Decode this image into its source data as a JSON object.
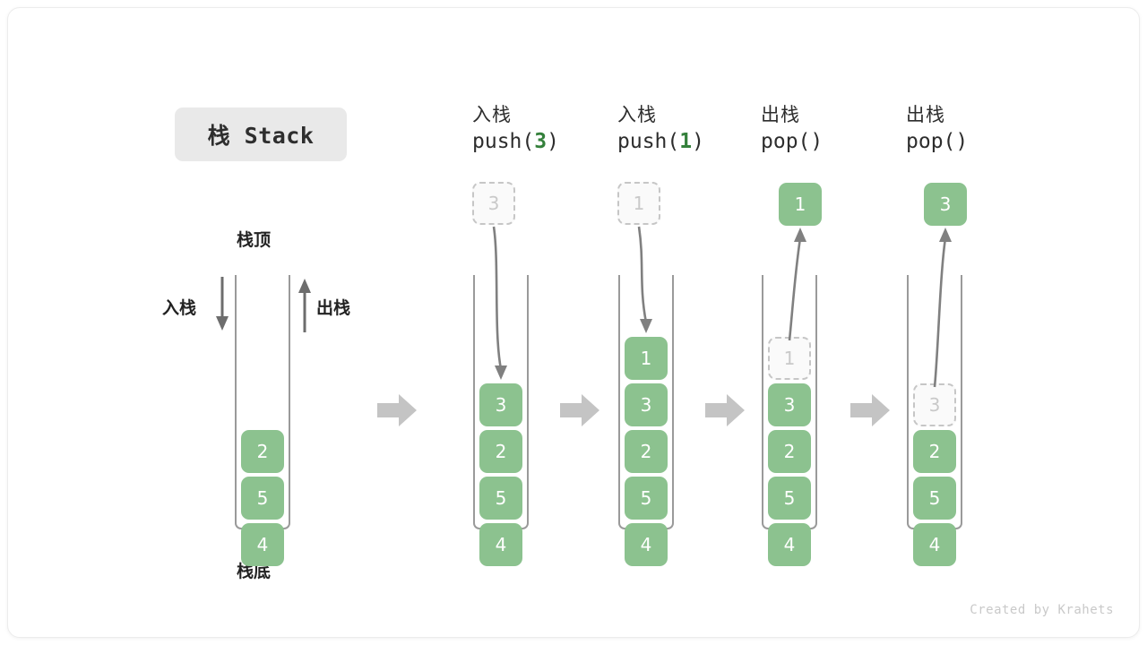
{
  "title_badge": "栈 Stack",
  "labels": {
    "stack_top": "栈顶",
    "stack_bottom": "栈底",
    "push_side": "入栈",
    "pop_side": "出栈"
  },
  "credit": "Created by Krahets",
  "colors": {
    "cell_fill": "#8cc28f",
    "cell_text": "#ffffff",
    "ghost_fill": "#fafafa",
    "ghost_border": "#c6c6c6",
    "ghost_text": "#c9c9c9",
    "wall": "#9a9a9a",
    "code_number": "#34803b",
    "block_arrow": "#c4c4c4",
    "curve_arrow": "#808080",
    "badge_bg": "#e9e9e9",
    "credit_text": "#c9c9c9"
  },
  "columns": [
    {
      "id": "initial",
      "head_cn": "",
      "head_code_pre": "",
      "head_code_num": "",
      "head_code_post": "",
      "float_value": "",
      "cells": [
        {
          "value": "2",
          "ghost": false
        },
        {
          "value": "5",
          "ghost": false
        },
        {
          "value": "4",
          "ghost": false
        }
      ]
    },
    {
      "id": "push3",
      "head_cn": "入栈",
      "head_code_pre": "push(",
      "head_code_num": "3",
      "head_code_post": ")",
      "float_value": "3",
      "float_ghost": true,
      "cells": [
        {
          "value": "3",
          "ghost": false
        },
        {
          "value": "2",
          "ghost": false
        },
        {
          "value": "5",
          "ghost": false
        },
        {
          "value": "4",
          "ghost": false
        }
      ]
    },
    {
      "id": "push1",
      "head_cn": "入栈",
      "head_code_pre": "push(",
      "head_code_num": "1",
      "head_code_post": ")",
      "float_value": "1",
      "float_ghost": true,
      "cells": [
        {
          "value": "1",
          "ghost": false
        },
        {
          "value": "3",
          "ghost": false
        },
        {
          "value": "2",
          "ghost": false
        },
        {
          "value": "5",
          "ghost": false
        },
        {
          "value": "4",
          "ghost": false
        }
      ]
    },
    {
      "id": "pop1",
      "head_cn": "出栈",
      "head_code_pre": "pop(",
      "head_code_num": "",
      "head_code_post": ")",
      "float_value": "1",
      "float_ghost": false,
      "cells": [
        {
          "value": "1",
          "ghost": true
        },
        {
          "value": "3",
          "ghost": false
        },
        {
          "value": "2",
          "ghost": false
        },
        {
          "value": "5",
          "ghost": false
        },
        {
          "value": "4",
          "ghost": false
        }
      ]
    },
    {
      "id": "pop2",
      "head_cn": "出栈",
      "head_code_pre": "pop(",
      "head_code_num": "",
      "head_code_post": ")",
      "float_value": "3",
      "float_ghost": false,
      "cells": [
        {
          "value": "3",
          "ghost": true
        },
        {
          "value": "2",
          "ghost": false
        },
        {
          "value": "5",
          "ghost": false
        },
        {
          "value": "4",
          "ghost": false
        }
      ]
    }
  ]
}
